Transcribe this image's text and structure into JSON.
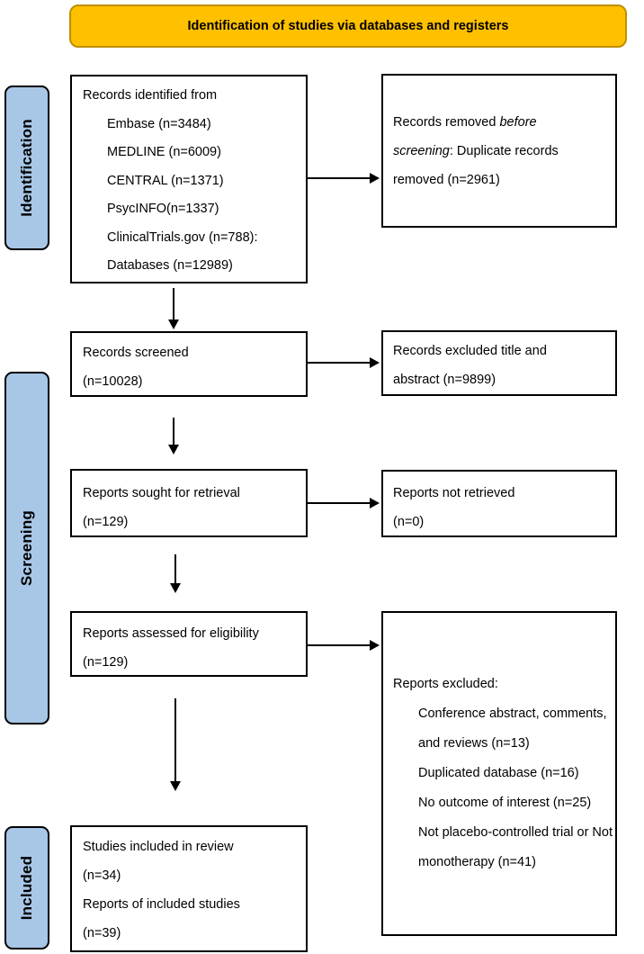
{
  "banner": {
    "label": "Identification of studies via databases and registers"
  },
  "stages": [
    {
      "label": "Identification"
    },
    {
      "label": "Screening"
    },
    {
      "label": "Included"
    }
  ],
  "boxes": {
    "identified": {
      "title": "Records identified from",
      "items": [
        "Embase (n=3484)",
        "MEDLINE (n=6009)",
        "CENTRAL (n=1371)",
        "PsycINFO(n=1337)",
        "ClinicalTrials.gov (n=788):",
        "Databases (n=12989)"
      ]
    },
    "removed": {
      "line1_normal": "Records removed ",
      "line1_italic": "before",
      "line2_italic": "screening",
      "line2_normal": ": Duplicate records",
      "line3": "removed (n=2961)"
    },
    "screened": {
      "lines": [
        "Records screened",
        "(n=10028)"
      ]
    },
    "excluded_title_abstract": {
      "lines": [
        "Records excluded title and",
        "abstract (n=9899)"
      ]
    },
    "sought": {
      "lines": [
        "Reports sought for retrieval",
        "(n=129)"
      ]
    },
    "not_retrieved": {
      "lines": [
        "Reports not retrieved",
        "(n=0)"
      ]
    },
    "assessed": {
      "lines": [
        "Reports assessed for eligibility",
        "(n=129)"
      ]
    },
    "reports_excluded": {
      "title": "Reports excluded:",
      "lines": [
        "Conference abstract, comments,",
        "and reviews (n=13)",
        "Duplicated database (n=16)",
        "No outcome of interest (n=25)",
        "Not placebo-controlled trial or Not",
        "monotherapy (n=41)"
      ]
    },
    "included": {
      "lines": [
        "Studies included in review",
        "(n=34)",
        "Reports of included studies",
        "(n=39)"
      ]
    }
  },
  "colors": {
    "banner_fill": "#FFC000",
    "banner_border": "#BF8F00",
    "stage_fill": "#A8C7E7",
    "box_border": "#000000"
  }
}
